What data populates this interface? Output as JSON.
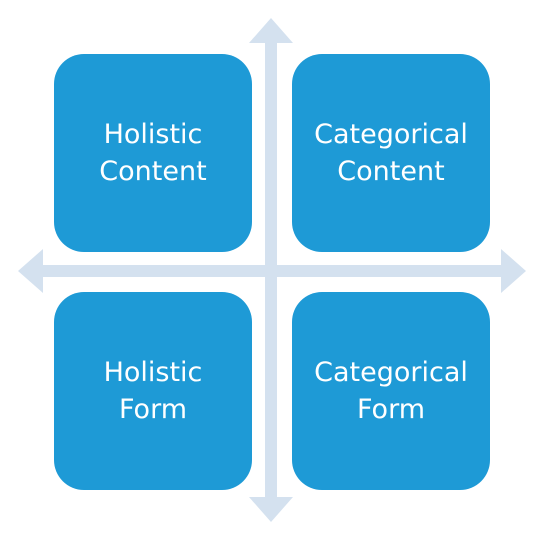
{
  "colors": {
    "box_fill": "#1e9ad6",
    "arrow_fill": "#d4e1ef",
    "text": "#ffffff",
    "background": "#ffffff"
  },
  "quadrants": {
    "top_left": {
      "line1": "Holistic",
      "line2": "Content"
    },
    "top_right": {
      "line1": "Categorical",
      "line2": "Content"
    },
    "bottom_left": {
      "line1": "Holistic",
      "line2": "Form"
    },
    "bottom_right": {
      "line1": "Categorical",
      "line2": "Form"
    }
  }
}
